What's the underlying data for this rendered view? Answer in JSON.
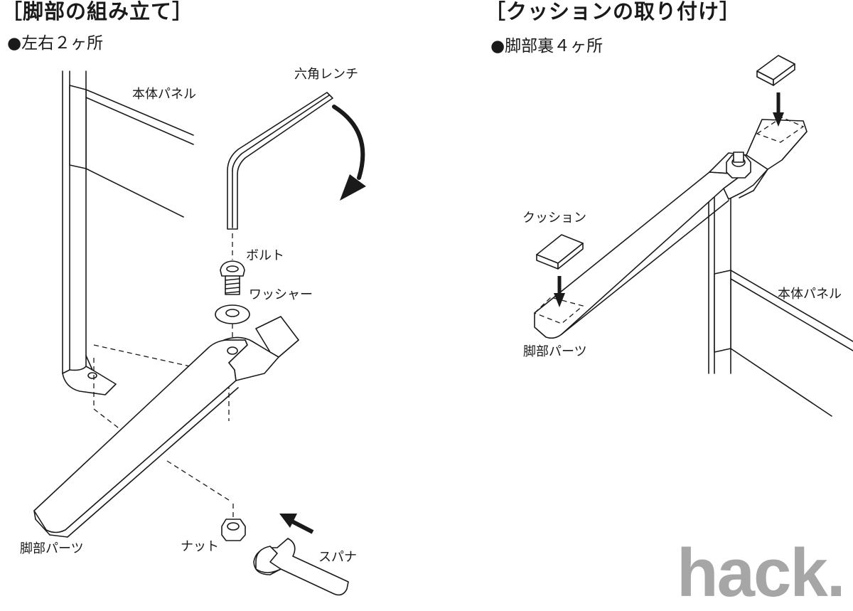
{
  "left_panel": {
    "title": "［脚部の組み立て］",
    "subtitle": "●左右２ヶ所",
    "labels": {
      "panel": "本体パネル",
      "hex_wrench": "六角レンチ",
      "bolt": "ボルト",
      "washer": "ワッシャー",
      "leg_part": "脚部パーツ",
      "nut": "ナット",
      "spanner": "スパナ"
    }
  },
  "right_panel": {
    "title": "［クッションの取り付け］",
    "subtitle": "●脚部裏４ヶ所",
    "labels": {
      "cushion": "クッション",
      "leg_part": "脚部パーツ",
      "panel": "本体パネル"
    }
  },
  "brand": {
    "name": "hack.",
    "color": "#a6a6a6"
  },
  "icons": [
    "hex-wrench-icon",
    "bolt-icon",
    "washer-icon",
    "nut-icon",
    "spanner-icon",
    "cushion-icon",
    "rotation-arrow-icon",
    "push-arrow-icon"
  ]
}
